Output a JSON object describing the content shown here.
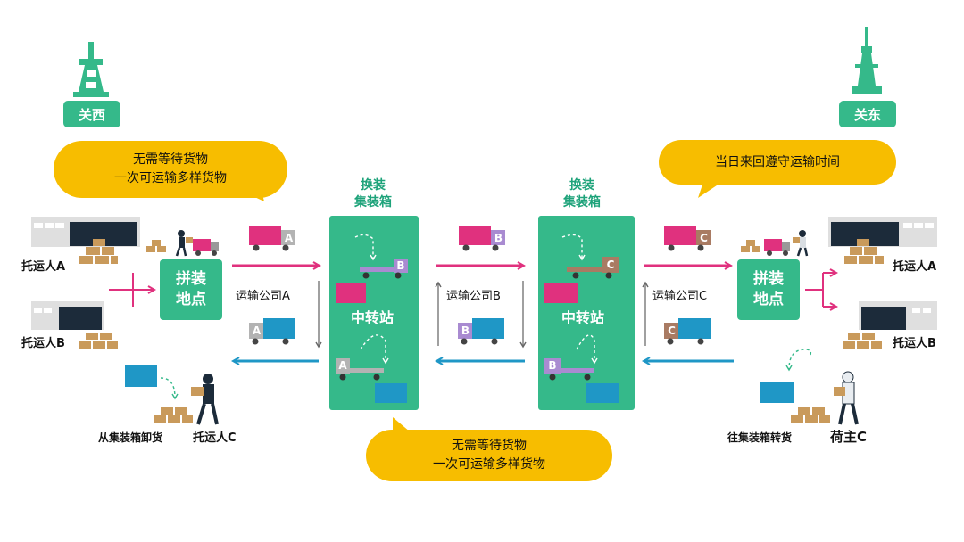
{
  "regions": {
    "west": "关西",
    "east": "关东"
  },
  "bubbles": {
    "top_left": [
      "无需等待货物",
      "一次可运输多样货物"
    ],
    "top_right": [
      "当日来回遵守运输时间"
    ],
    "bottom": [
      "无需等待货物",
      "一次可运输多样货物"
    ]
  },
  "hubs": {
    "left": [
      "拼装",
      "地点"
    ],
    "right": [
      "拼装",
      "地点"
    ]
  },
  "transfer_headers": {
    "left": [
      "换装",
      "集装箱"
    ],
    "right": [
      "换装",
      "集装箱"
    ]
  },
  "stations": {
    "left": "中转站",
    "right": "中转站"
  },
  "carriers": {
    "a": "运输公司A",
    "b": "运输公司B",
    "c": "运输公司C"
  },
  "shippers": {
    "left_a": "托运人A",
    "left_b": "托运人B",
    "left_c": "托运人C",
    "right_a": "托运人A",
    "right_b": "托运人B",
    "right_c": "荷主C"
  },
  "actions": {
    "unload": "从集装箱卸货",
    "load": "往集装箱转货"
  },
  "container_letters": {
    "a": "A",
    "b": "B",
    "c": "C"
  },
  "colors": {
    "green": "#35b98a",
    "yellow": "#f7bd00",
    "pink": "#e0317e",
    "blue": "#1f97c6",
    "purple": "#a98bd1",
    "brown": "#a97b63",
    "gray": "#b3b3b3",
    "navy": "#1c2b3a",
    "box": "#c99a5b"
  }
}
